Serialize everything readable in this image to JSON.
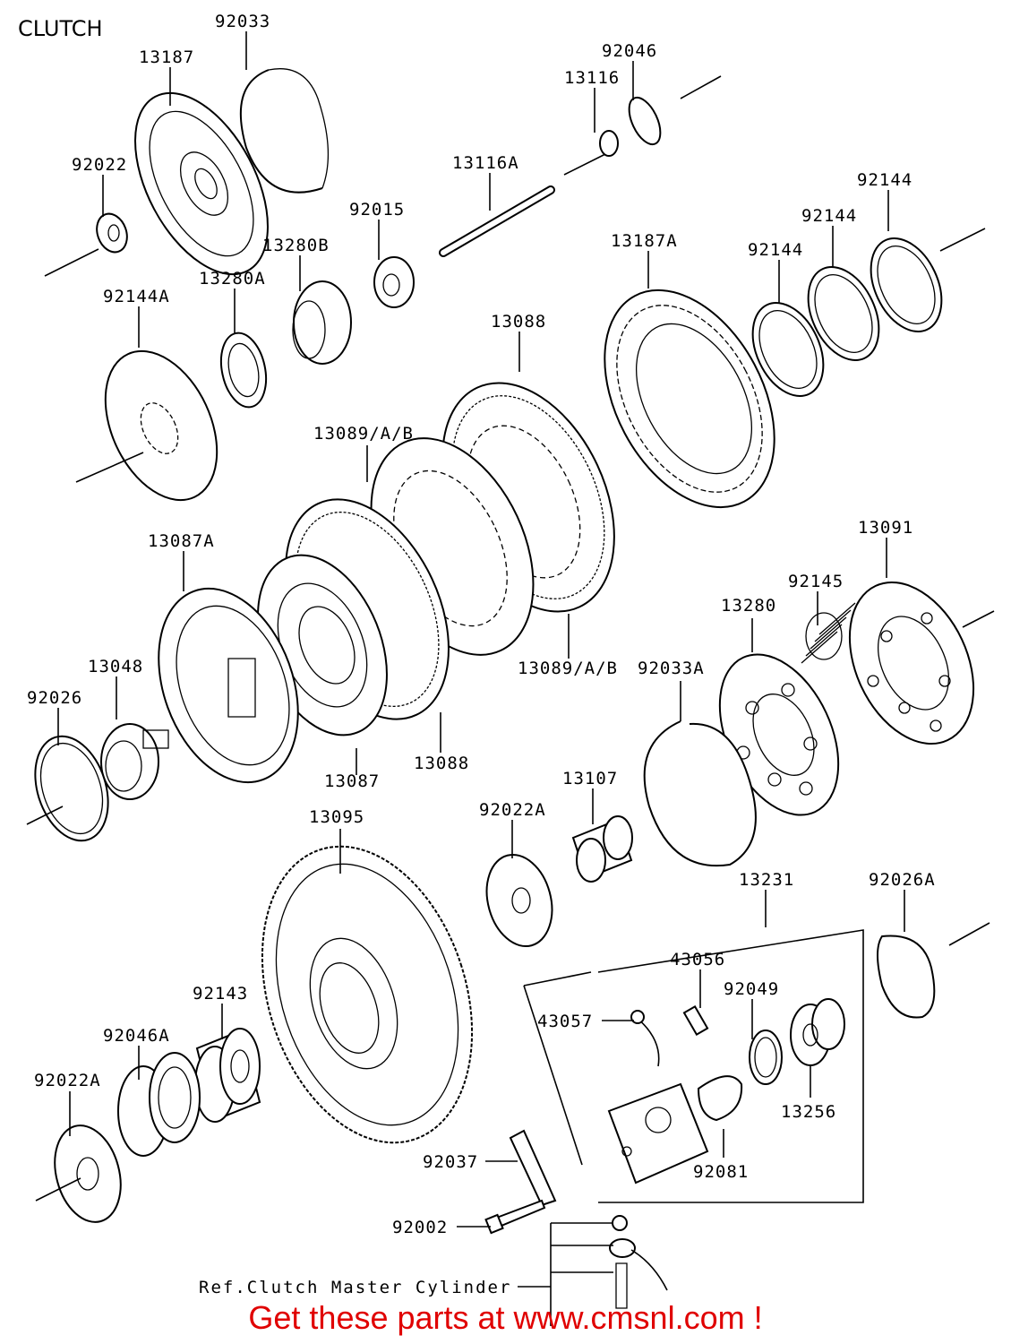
{
  "title": "CLUTCH",
  "footer": "Get these parts at www.cmsnl.com !",
  "ref_note": "Ref.Clutch Master Cylinder",
  "labels": [
    {
      "id": "92033",
      "text": "92033"
    },
    {
      "id": "13187",
      "text": "13187"
    },
    {
      "id": "92046",
      "text": "92046"
    },
    {
      "id": "13116",
      "text": "13116"
    },
    {
      "id": "92022",
      "text": "92022"
    },
    {
      "id": "13116A",
      "text": "13116A"
    },
    {
      "id": "92144a",
      "text": "92144"
    },
    {
      "id": "92015",
      "text": "92015"
    },
    {
      "id": "92144b",
      "text": "92144"
    },
    {
      "id": "13280B",
      "text": "13280B"
    },
    {
      "id": "13187A",
      "text": "13187A"
    },
    {
      "id": "92144c",
      "text": "92144"
    },
    {
      "id": "13280A",
      "text": "13280A"
    },
    {
      "id": "92144A",
      "text": "92144A"
    },
    {
      "id": "13088a",
      "text": "13088"
    },
    {
      "id": "13089a",
      "text": "13089/A/B"
    },
    {
      "id": "13091",
      "text": "13091"
    },
    {
      "id": "13087A",
      "text": "13087A"
    },
    {
      "id": "92145",
      "text": "92145"
    },
    {
      "id": "13280",
      "text": "13280"
    },
    {
      "id": "13048",
      "text": "13048"
    },
    {
      "id": "13089b",
      "text": "13089/A/B"
    },
    {
      "id": "92033A",
      "text": "92033A"
    },
    {
      "id": "92026",
      "text": "92026"
    },
    {
      "id": "13088b",
      "text": "13088"
    },
    {
      "id": "13087",
      "text": "13087"
    },
    {
      "id": "13107",
      "text": "13107"
    },
    {
      "id": "92022Aa",
      "text": "92022A"
    },
    {
      "id": "13095",
      "text": "13095"
    },
    {
      "id": "13231",
      "text": "13231"
    },
    {
      "id": "92026A",
      "text": "92026A"
    },
    {
      "id": "43056",
      "text": "43056"
    },
    {
      "id": "92049",
      "text": "92049"
    },
    {
      "id": "92143",
      "text": "92143"
    },
    {
      "id": "43057",
      "text": "43057"
    },
    {
      "id": "92046A",
      "text": "92046A"
    },
    {
      "id": "13256",
      "text": "13256"
    },
    {
      "id": "92022Ab",
      "text": "92022A"
    },
    {
      "id": "92037",
      "text": "92037"
    },
    {
      "id": "92081",
      "text": "92081"
    },
    {
      "id": "92002",
      "text": "92002"
    }
  ]
}
